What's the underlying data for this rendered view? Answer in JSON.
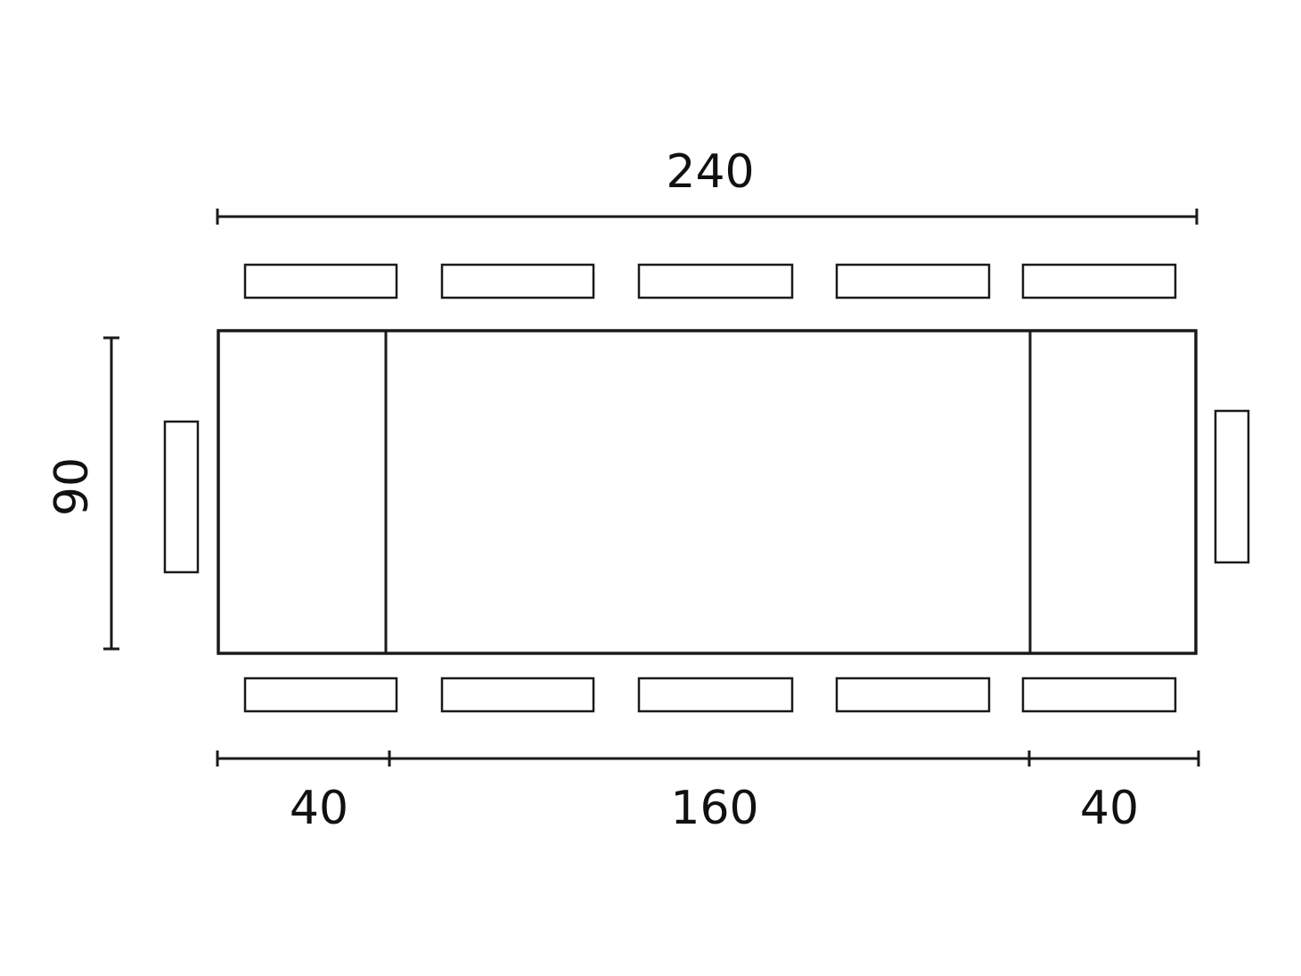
{
  "diagram": {
    "type": "table-plan-dimension-drawing",
    "dimensions": {
      "overall_length": "240",
      "width": "90",
      "left_extension": "40",
      "center_section": "160",
      "right_extension": "40"
    },
    "seats": {
      "top_count": 5,
      "bottom_count": 5,
      "left_count": 1,
      "right_count": 1
    },
    "line_color": "#1a1a1a"
  }
}
